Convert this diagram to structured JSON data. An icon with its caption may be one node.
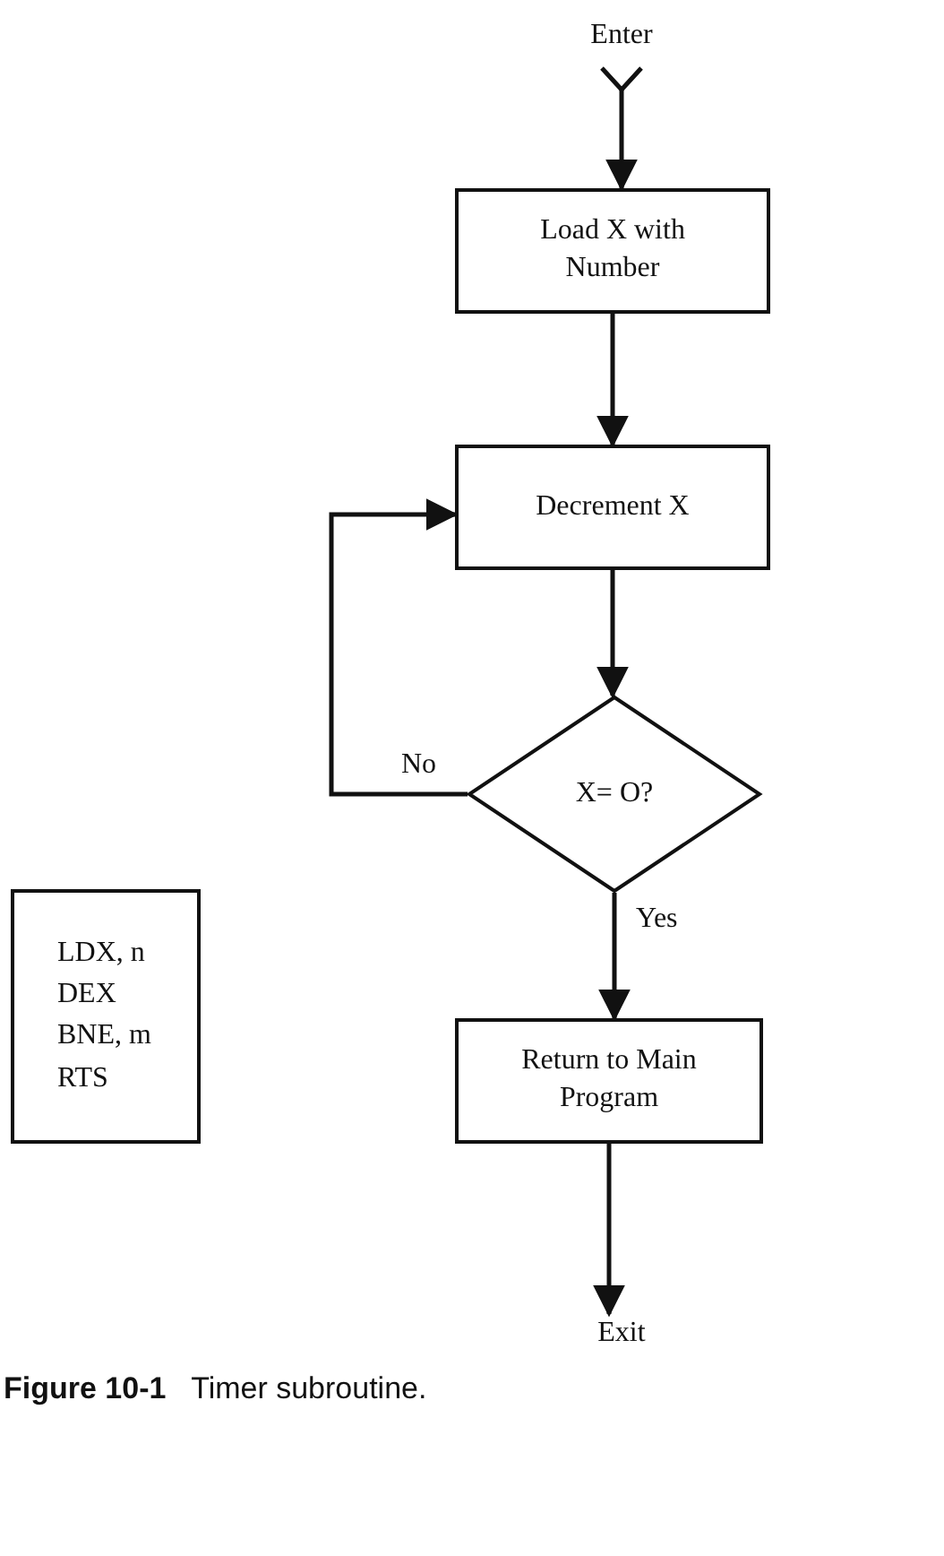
{
  "diagram": {
    "caption": "**Figure 10-1**   Timer subroutine.",
    "nodes": [
      {
        "text": [
          "Enter"
        ]
      },
      {
        "text": [
          "Load X with Number"
        ]
      },
      {
        "text": [
          "Decrement X"
        ]
      },
      {
        "text": [
          "X= O?"
        ]
      },
      {
        "text": [
          "Return to Main Program"
        ]
      },
      {
        "text": [
          "Exit"
        ]
      },
      {
        "text": [
          "LDX, n",
          "DEX",
          "BNE, m",
          "RTS"
        ]
      }
    ],
    "edges": [
      {
        "from": 0,
        "to": 1,
        "arrow": "to"
      },
      {
        "from": 1,
        "to": 2,
        "arrow": "to"
      },
      {
        "from": 2,
        "to": 3,
        "arrow": "to"
      },
      {
        "from": 3,
        "to": 2,
        "arrow": "to",
        "label": "No"
      },
      {
        "from": 3,
        "to": 4,
        "arrow": "to",
        "label": "Yes"
      },
      {
        "from": 4,
        "to": 5,
        "arrow": "to"
      }
    ]
  }
}
